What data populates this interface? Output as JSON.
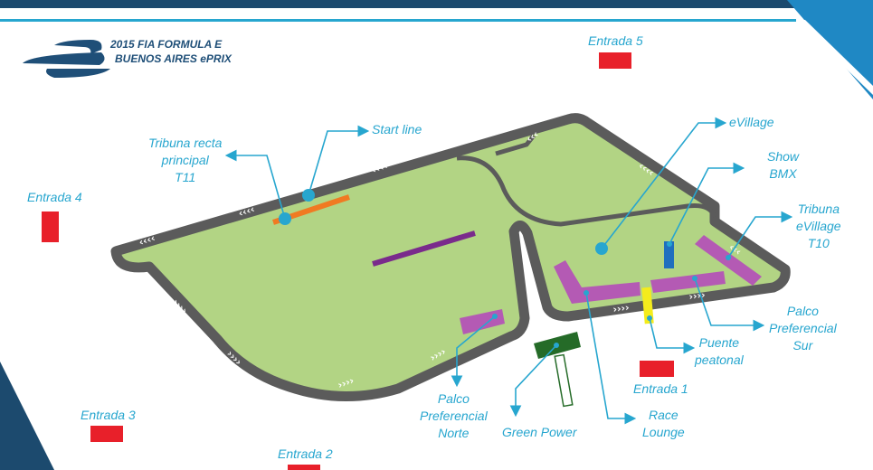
{
  "header": {
    "title_line1": "2015 FIA FORMULA E",
    "title_line2": "BUENOS AIRES ePRIX"
  },
  "colors": {
    "track": "#5b5b5b",
    "grass": "#b2d484",
    "accent": "#27a6cf",
    "entrance": "#e8202a",
    "stand": "#b45ab4",
    "brand": "#1f4f78"
  },
  "entrances": [
    {
      "label": "Entrada 5"
    },
    {
      "label": "Entrada 4"
    },
    {
      "label": "Entrada 3"
    },
    {
      "label": "Entrada 2"
    },
    {
      "label": "Entrada 1"
    }
  ],
  "callouts": {
    "start_line": "Start line",
    "tribuna_recta": [
      "Tribuna recta",
      "principal",
      "T11"
    ],
    "evillage": "eVillage",
    "show_bmx": [
      "Show",
      "BMX"
    ],
    "tribuna_evillage": [
      "Tribuna",
      "eVillage",
      "T10"
    ],
    "palco_sur": [
      "Palco",
      "Preferencial",
      "Sur"
    ],
    "puente": [
      "Puente",
      "peatonal"
    ],
    "race_lounge": [
      "Race",
      "Lounge"
    ],
    "green_power": "Green Power",
    "palco_norte": [
      "Palco",
      "Preferencial",
      "Norte"
    ]
  }
}
